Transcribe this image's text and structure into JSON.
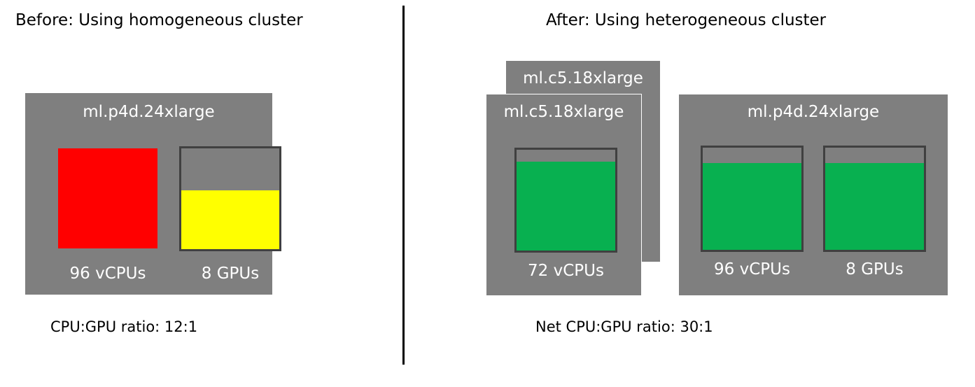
{
  "before": {
    "heading": "Before: Using homogeneous cluster",
    "instance": {
      "title": "ml.p4d.24xlarge",
      "cpu_caption": "96 vCPUs",
      "gpu_caption": "8 GPUs",
      "cpu_block_color": "#ff0000",
      "gpu_fill_color": "#ffff00",
      "gpu_fill_fraction": 0.58
    },
    "ratio": "CPU:GPU ratio: 12:1"
  },
  "after": {
    "heading": "After: Using heterogeneous cluster",
    "cpu_instances": [
      {
        "title": "ml.c5.18xlarge"
      },
      {
        "title": "ml.c5.18xlarge",
        "cpu_caption": "72 vCPUs",
        "fill_fraction": 0.88
      }
    ],
    "gpu_instance": {
      "title": "ml.p4d.24xlarge",
      "cpu_caption": "96 vCPUs",
      "gpu_caption": "8 GPUs",
      "cpu_fill_fraction": 0.85,
      "gpu_fill_fraction": 0.85
    },
    "fill_color": "#08b050",
    "ratio": "Net CPU:GPU ratio: 30:1"
  },
  "colors": {
    "box_background": "#7f7f7f",
    "gauge_border": "#404040"
  }
}
